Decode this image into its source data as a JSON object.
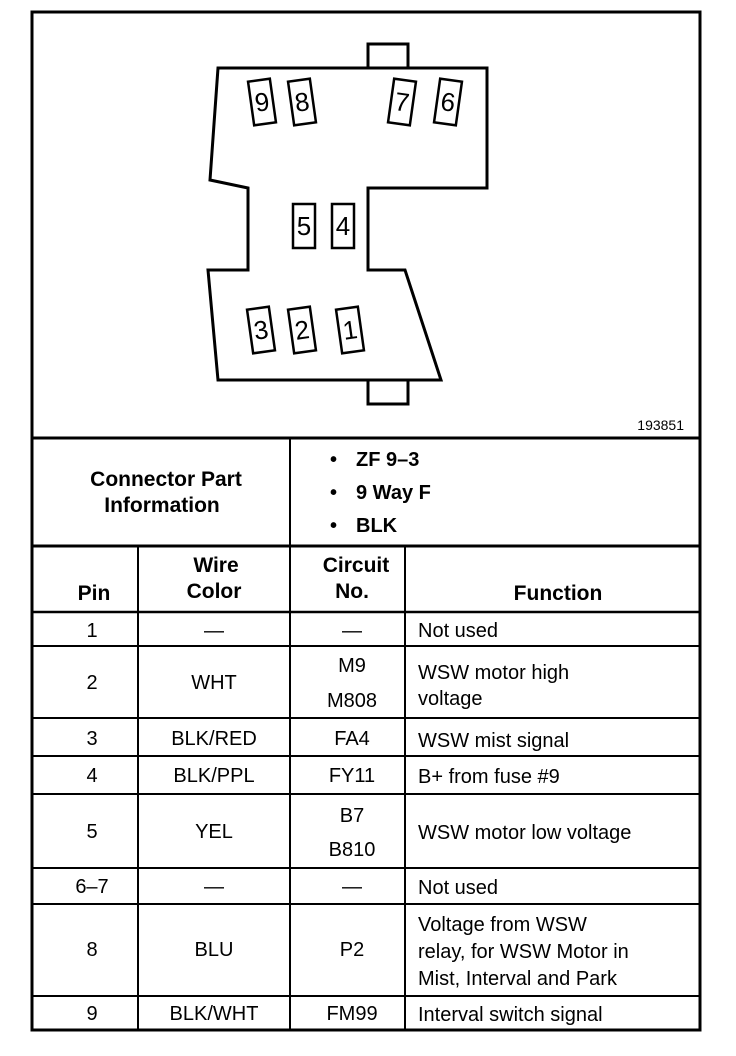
{
  "figure_number": "193851",
  "connector": {
    "pins_top_left": [
      "9",
      "8"
    ],
    "pins_top_right": [
      "7",
      "6"
    ],
    "pins_middle": [
      "5",
      "4"
    ],
    "pins_bottom": [
      "3",
      "2",
      "1"
    ]
  },
  "part_info": {
    "label_line1": "Connector Part",
    "label_line2": "Information",
    "bullets": [
      "ZF 9–3",
      "9 Way F",
      "BLK"
    ]
  },
  "table": {
    "headers": {
      "pin": "Pin",
      "wire_color_1": "Wire",
      "wire_color_2": "Color",
      "circuit_1": "Circuit",
      "circuit_2": "No.",
      "function": "Function"
    },
    "rows": [
      {
        "pin": "1",
        "wire": "—",
        "circuit": [
          "—"
        ],
        "function": [
          "Not used"
        ]
      },
      {
        "pin": "2",
        "wire": "WHT",
        "circuit": [
          "M9",
          "M808"
        ],
        "function": [
          "WSW motor high",
          "voltage"
        ]
      },
      {
        "pin": "3",
        "wire": "BLK/RED",
        "circuit": [
          "FA4"
        ],
        "function": [
          "WSW mist signal"
        ]
      },
      {
        "pin": "4",
        "wire": "BLK/PPL",
        "circuit": [
          "FY11"
        ],
        "function": [
          "B+ from fuse #9"
        ]
      },
      {
        "pin": "5",
        "wire": "YEL",
        "circuit": [
          "B7",
          "B810"
        ],
        "function": [
          "WSW motor low voltage"
        ]
      },
      {
        "pin": "6–7",
        "wire": "—",
        "circuit": [
          "—"
        ],
        "function": [
          "Not used"
        ]
      },
      {
        "pin": "8",
        "wire": "BLU",
        "circuit": [
          "P2"
        ],
        "function": [
          "Voltage from WSW",
          "relay, for WSW Motor in",
          "Mist, Interval and Park"
        ]
      },
      {
        "pin": "9",
        "wire": "BLK/WHT",
        "circuit": [
          "FM99"
        ],
        "function": [
          "Interval switch signal"
        ]
      }
    ]
  }
}
